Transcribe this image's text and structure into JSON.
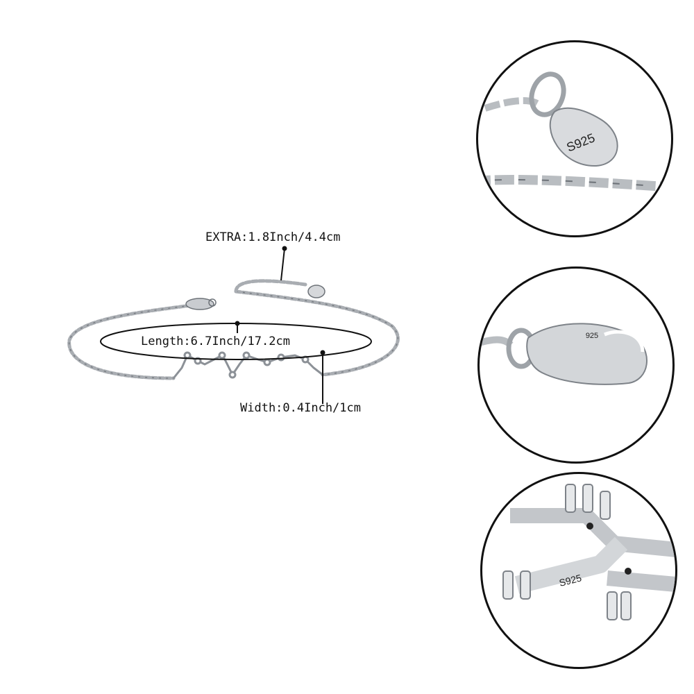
{
  "measurements": {
    "extra": "EXTRA:1.8Inch/4.4cm",
    "length": "Length:6.7Inch/17.2cm",
    "width": "Width:0.4Inch/1cm"
  },
  "stamps": {
    "tag_stamp": "S925",
    "clasp_stamp": "925",
    "charm_stamp": "S925"
  }
}
